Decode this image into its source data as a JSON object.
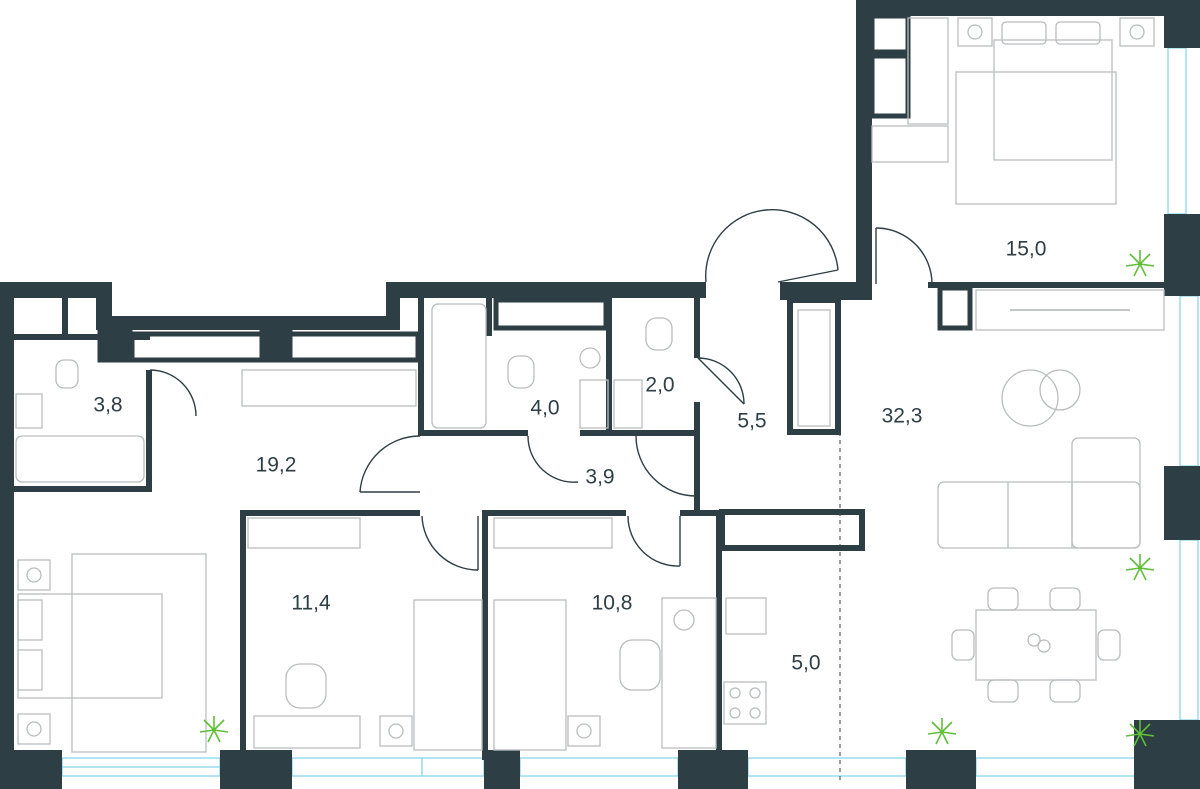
{
  "rooms": {
    "bathroom_left": {
      "area": "3,8"
    },
    "hall": {
      "area": "19,2"
    },
    "bathroom_center": {
      "area": "4,0"
    },
    "wc": {
      "area": "2,0"
    },
    "corridor": {
      "area": "3,9"
    },
    "entrance": {
      "area": "5,5"
    },
    "bedroom_master": {
      "area": "15,0"
    },
    "living": {
      "area": "32,3"
    },
    "bedroom_small_left": {
      "area": "11,4"
    },
    "bedroom_small_right": {
      "area": "10,8"
    },
    "kitchen": {
      "area": "5,0"
    }
  },
  "colors": {
    "wall": "#2d3e44",
    "furniture": "#b9bcbe",
    "window": "#7fd3ec",
    "plant": "#5fbf38"
  },
  "icons": [
    "plant-icon",
    "bed-icon",
    "toilet-icon",
    "bathtub-icon",
    "sink-icon",
    "sofa-icon",
    "dining-table-icon",
    "desk-icon",
    "stove-icon"
  ]
}
